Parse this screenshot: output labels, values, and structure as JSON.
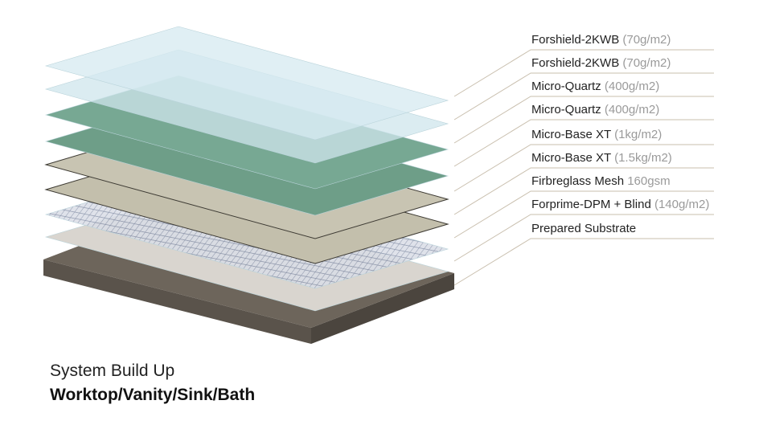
{
  "layers": [
    {
      "name": "Forshield-2KWB",
      "spec": "(70g/m2)",
      "color": "#d6eaf0"
    },
    {
      "name": "Forshield-2KWB",
      "spec": "(70g/m2)",
      "color": "#cfe5ec"
    },
    {
      "name": "Micro-Quartz",
      "spec": "(400g/m2)",
      "color": "#77a893"
    },
    {
      "name": "Micro-Quartz",
      "spec": "(400g/m2)",
      "color": "#6e9e88"
    },
    {
      "name": "Micro-Base XT",
      "spec": "(1kg/m2)",
      "color": "#c8c4b2"
    },
    {
      "name": "Micro-Base XT",
      "spec": "(1.5kg/m2)",
      "color": "#c3bfac"
    },
    {
      "name": "Firbreglass Mesh",
      "spec": "160gsm",
      "color": "#b4bccd"
    },
    {
      "name": "Forprime-DPM + Blind",
      "spec": "(140g/m2)",
      "color": "#d9d5cf"
    },
    {
      "name": "Prepared Substrate",
      "spec": "",
      "color": "#6d655b"
    }
  ],
  "caption": {
    "title": "System Build Up",
    "subtitle": "Worktop/Vanity/Sink/Bath"
  },
  "colors": {
    "leader": "#c9bfae",
    "spec_text": "#9a9a9a"
  }
}
